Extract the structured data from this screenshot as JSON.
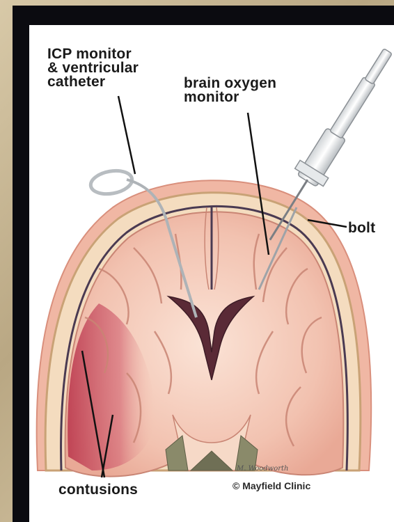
{
  "labels": {
    "icp": "ICP monitor\n& ventricular\ncatheter",
    "oxygen": "brain oxygen\nmonitor",
    "bolt": "bolt",
    "contusions": "contusions"
  },
  "credit": "© Mayfield Clinic",
  "signature": "M. Woodworth",
  "colors": {
    "background": "#c4b38f",
    "frame": "#0b0b10",
    "brain": "#f4c9b8",
    "skull": "#f3dcc0",
    "contusion": "#c94a5a"
  }
}
